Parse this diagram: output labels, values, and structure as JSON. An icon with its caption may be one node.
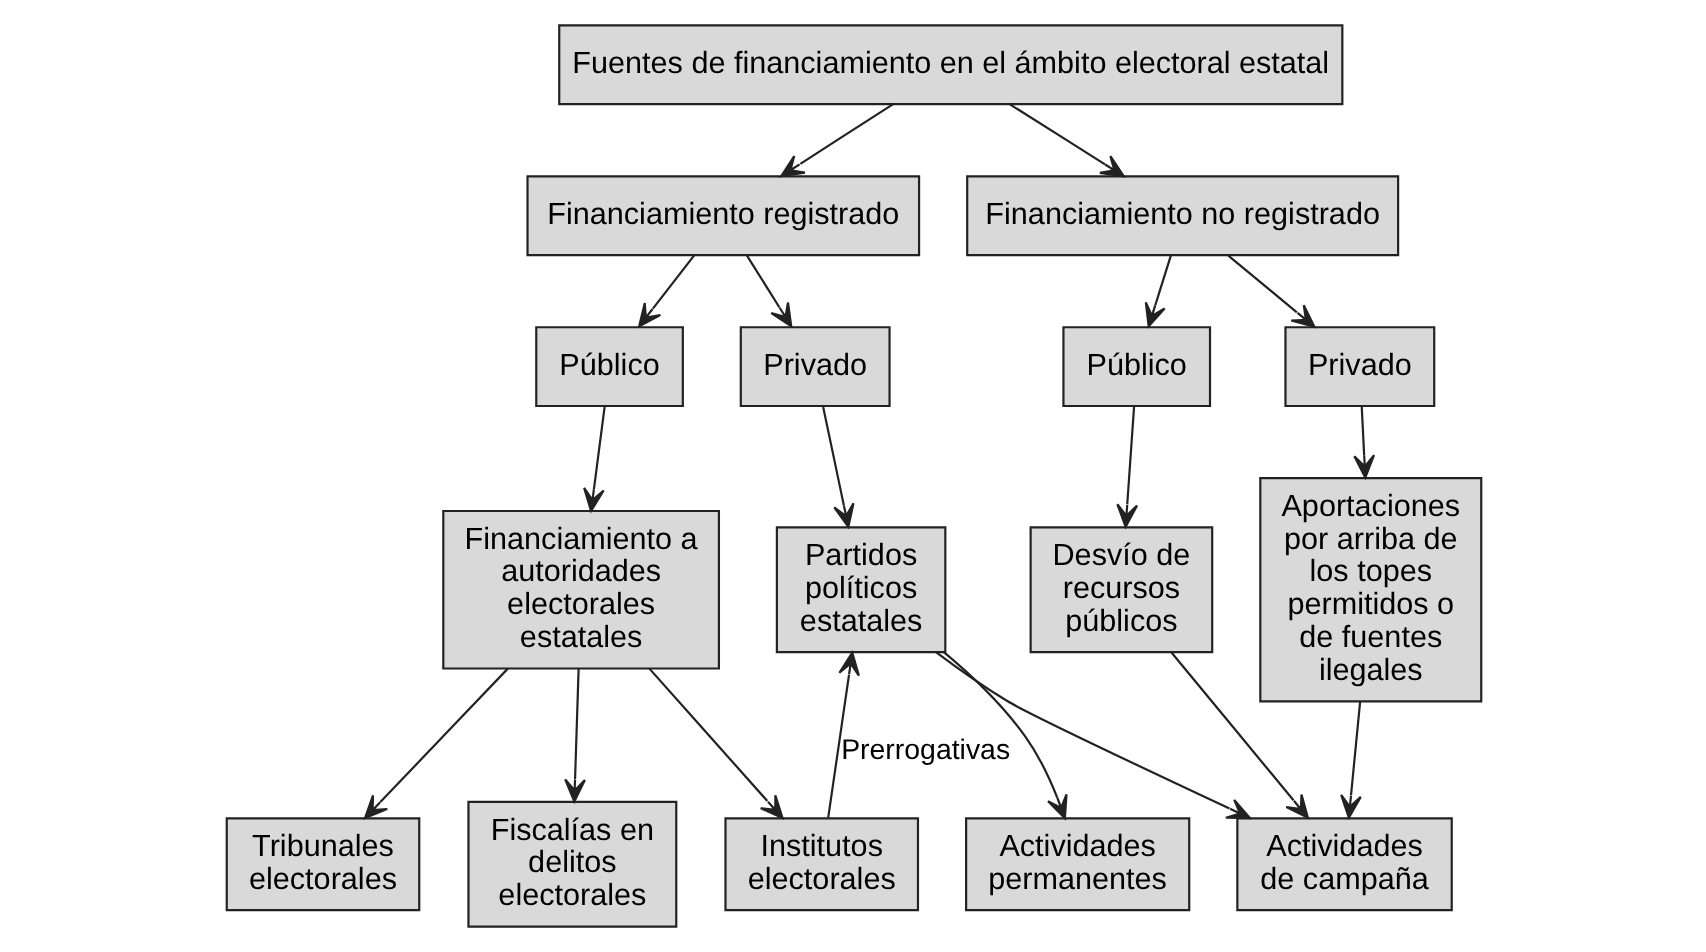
{
  "diagram": {
    "nodes": [
      {
        "text": [
          "Fuentes de financiamiento en el ámbito electoral estatal"
        ]
      },
      {
        "text": [
          "Financiamiento registrado"
        ]
      },
      {
        "text": [
          "Financiamiento no registrado"
        ]
      },
      {
        "text": [
          "Público"
        ]
      },
      {
        "text": [
          "Privado"
        ]
      },
      {
        "text": [
          "Público"
        ]
      },
      {
        "text": [
          "Privado"
        ]
      },
      {
        "text": [
          "Financiamiento a autoridades electorales estatales"
        ]
      },
      {
        "text": [
          "Partidos políticos estatales"
        ]
      },
      {
        "text": [
          "Desvío de recursos públicos"
        ]
      },
      {
        "text": [
          "Aportaciones por arriba de los topes permitidos o de fuentes ilegales"
        ]
      },
      {
        "text": [
          "Tribunales electorales"
        ]
      },
      {
        "text": [
          "Fiscalías en delitos electorales"
        ]
      },
      {
        "text": [
          "Institutos electorales"
        ]
      },
      {
        "text": [
          "Actividades permanentes"
        ]
      },
      {
        "text": [
          "Actividades de campaña"
        ]
      }
    ],
    "edges": [
      {
        "from": 0,
        "to": 1,
        "arrow": "to"
      },
      {
        "from": 0,
        "to": 2,
        "arrow": "to"
      },
      {
        "from": 1,
        "to": 3,
        "arrow": "to"
      },
      {
        "from": 1,
        "to": 4,
        "arrow": "to"
      },
      {
        "from": 2,
        "to": 5,
        "arrow": "to"
      },
      {
        "from": 2,
        "to": 6,
        "arrow": "to"
      },
      {
        "from": 3,
        "to": 7,
        "arrow": "to"
      },
      {
        "from": 4,
        "to": 8,
        "arrow": "to"
      },
      {
        "from": 5,
        "to": 9,
        "arrow": "to"
      },
      {
        "from": 6,
        "to": 10,
        "arrow": "to"
      },
      {
        "from": 7,
        "to": 11,
        "arrow": "to"
      },
      {
        "from": 7,
        "to": 12,
        "arrow": "to"
      },
      {
        "from": 7,
        "to": 13,
        "arrow": "to"
      },
      {
        "from": 13,
        "to": 8,
        "arrow": "to",
        "label": "Prerrogativas"
      },
      {
        "from": 8,
        "to": 14,
        "arrow": "to"
      },
      {
        "from": 8,
        "to": 15,
        "arrow": "to"
      },
      {
        "from": 9,
        "to": 15,
        "arrow": "to"
      },
      {
        "from": 10,
        "to": 15,
        "arrow": "to"
      }
    ]
  }
}
